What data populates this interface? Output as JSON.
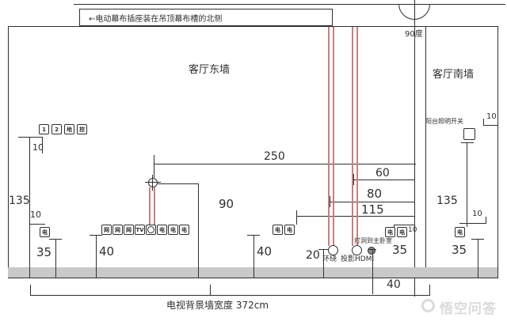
{
  "banner": {
    "text": "←电动幕布插座装在吊顶幕布槽的北侧"
  },
  "walls": {
    "east": "客厅东墙",
    "south": "客厅南墙",
    "angle": "90度",
    "bottom_caption": "电视背景墙宽度 372cm"
  },
  "outlets": {
    "top_left_group": [
      "1",
      "2",
      "地",
      "控"
    ],
    "main_row": [
      "网",
      "网",
      "网",
      "TV",
      "电",
      "电",
      "电"
    ],
    "left_power": "电",
    "mid_pair": [
      "电",
      "电"
    ],
    "right_pair": [
      "电",
      "电"
    ],
    "south_power": "电",
    "balcony_switch": "阳台照明开关"
  },
  "cables": {
    "surround": "环绕",
    "projector": "投影HDMI",
    "drill_hole": "打洞到主卧室"
  },
  "dims": {
    "w250": "250",
    "w60": "60",
    "w80": "80",
    "w115": "115",
    "h90": "90",
    "h135_left": "135",
    "h135_right": "135",
    "t10_topleft": "10",
    "t10_left": "10",
    "t10_right_top": "10",
    "t10_right_mid": "10",
    "t10_south": "10",
    "h35_left": "35",
    "h35_right": "35",
    "h35_south": "35",
    "h40_left": "40",
    "h40_mid": "40",
    "w40_bottom": "40",
    "w20": "20"
  },
  "watermark": {
    "text": "悟空问答"
  },
  "colors": {
    "line": "#2f2f2f",
    "cable": "#c97f7f",
    "floor_band": "#c9c9c9",
    "watermark": "#dadada"
  }
}
